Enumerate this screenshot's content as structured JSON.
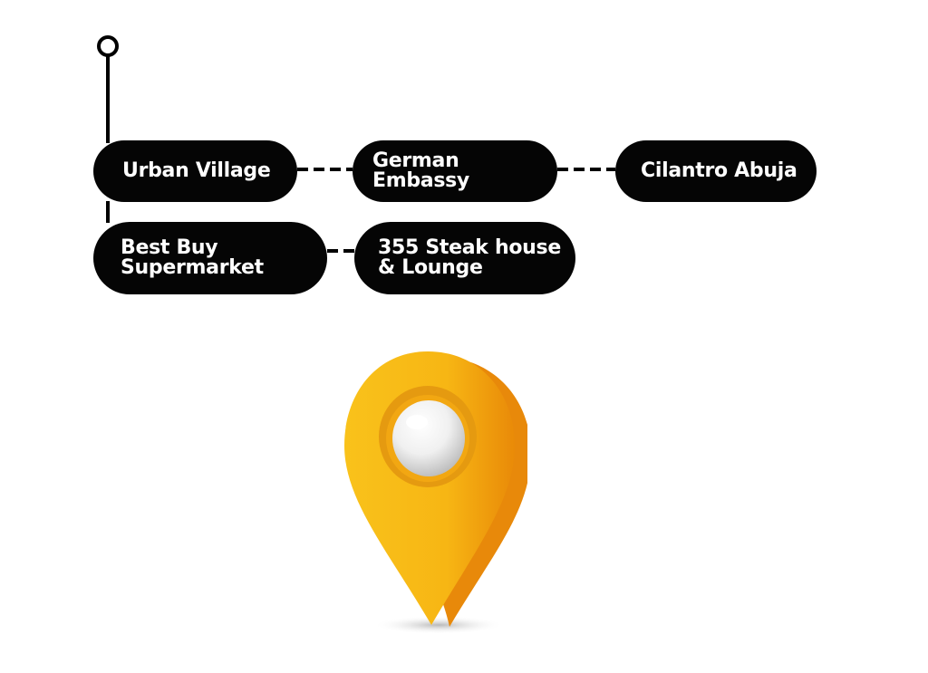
{
  "route": {
    "stops": [
      {
        "id": "urban-village",
        "label": "Urban Village"
      },
      {
        "id": "german-embassy",
        "label": "German Embassy"
      },
      {
        "id": "cilantro-abuja",
        "label": "Cilantro Abuja"
      },
      {
        "id": "best-buy",
        "label": "Best Buy\nSupermarket"
      },
      {
        "id": "steak-house",
        "label": "355 Steak house\n& Lounge"
      }
    ]
  },
  "colors": {
    "pill": "#050505",
    "pill_text": "#ffffff",
    "pin_yellow": "#f7b614",
    "pin_orange": "#e98a08",
    "pin_pearl": "#f3f3f3"
  },
  "icons": {
    "start": "route-start-circle-icon",
    "pin": "map-pin-icon"
  }
}
